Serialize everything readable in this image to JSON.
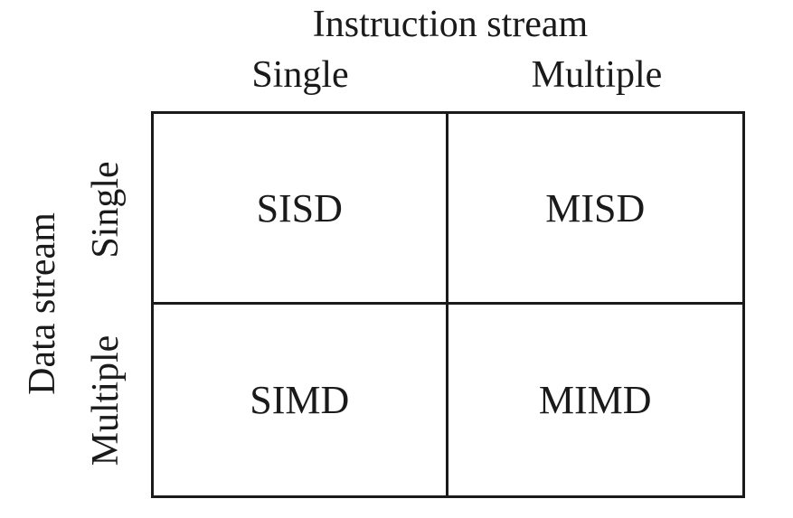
{
  "instruction_axis": {
    "title": "Instruction stream",
    "columns": [
      "Single",
      "Multiple"
    ]
  },
  "data_axis": {
    "title": "Data stream",
    "rows": [
      "Single",
      "Multiple"
    ]
  },
  "cells": [
    [
      "SISD",
      "MISD"
    ],
    [
      "SIMD",
      "MIMD"
    ]
  ],
  "colors": {
    "line": "#1a1a1a",
    "text": "#1a1a1a",
    "background": "#ffffff"
  }
}
